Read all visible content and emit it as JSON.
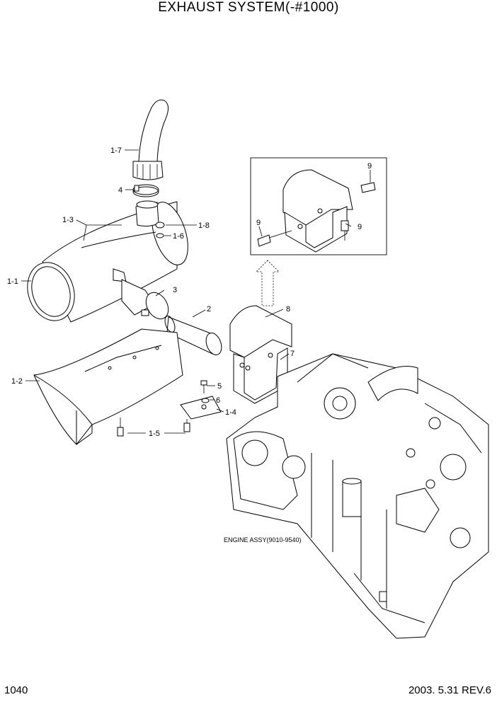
{
  "title": "EXHAUST SYSTEM(-#1000)",
  "page_number": "1040",
  "date_rev": "2003. 5.31  REV.6",
  "engine_label": "ENGINE ASSY(9010-9540)",
  "callouts": {
    "c1_7": "1-7",
    "c4": "4",
    "c1_3": "1-3",
    "c1_8": "1-8",
    "c1_6": "1-6",
    "c1_1": "1-1",
    "c3": "3",
    "c2": "2",
    "c8": "8",
    "c7": "7",
    "c1_2": "1-2",
    "c5": "5",
    "c6": "6",
    "c1_4": "1-4",
    "c1_5": "1-5",
    "c9a": "9",
    "c9b": "9",
    "c9c": "9"
  }
}
